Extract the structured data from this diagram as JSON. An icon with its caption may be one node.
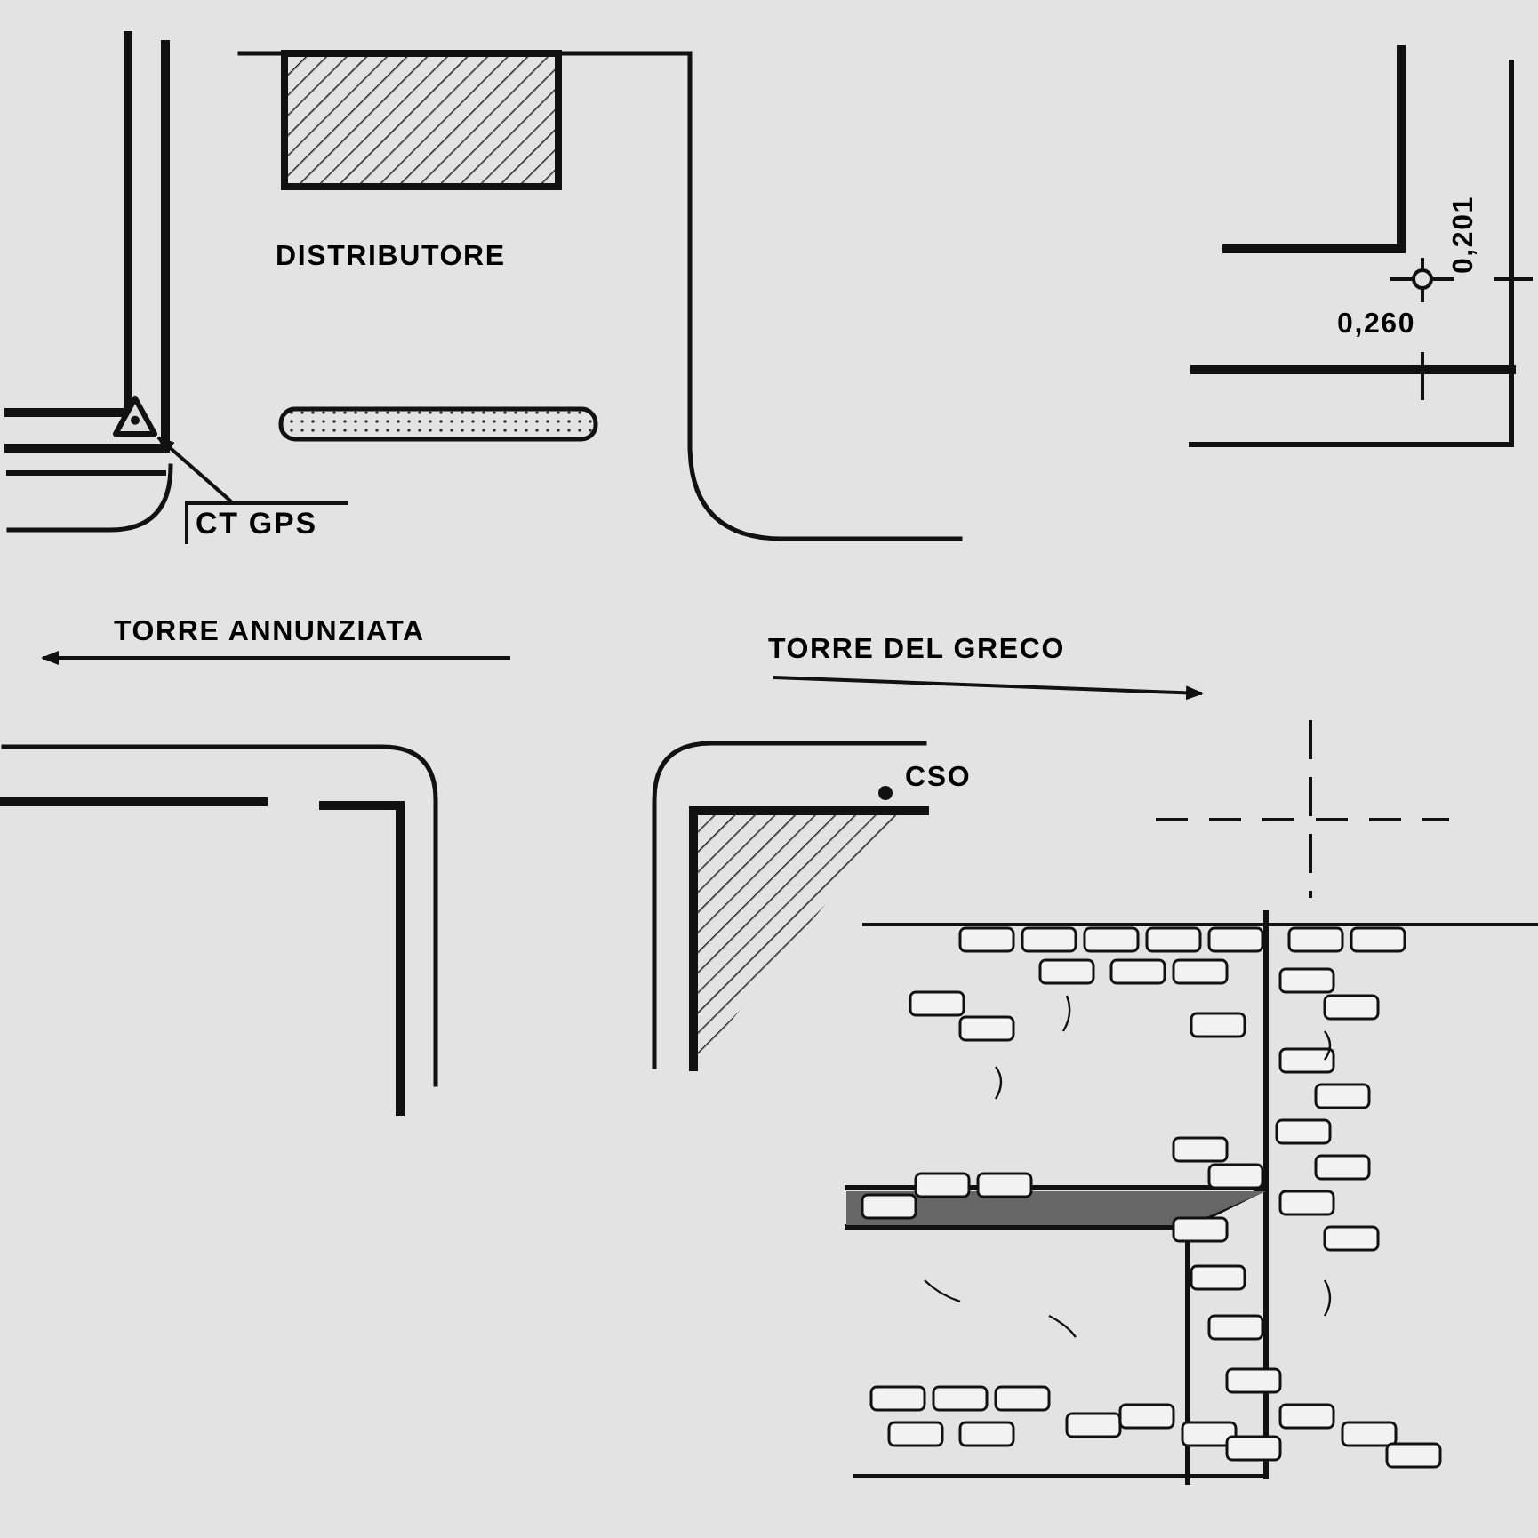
{
  "diagram": {
    "nodes": [
      {
        "text": [
          "CT GPS"
        ]
      },
      {
        "text": [],
        "shape": "triangle"
      }
    ],
    "edges": [
      {
        "from": 0,
        "to": 1,
        "arrow": "to"
      }
    ],
    "labels": [
      "DISTRIBUTORE",
      "0,201",
      "0,260",
      "TORRE ANNUNZIATA",
      "TORRE DEL GRECO",
      "CSO"
    ]
  }
}
